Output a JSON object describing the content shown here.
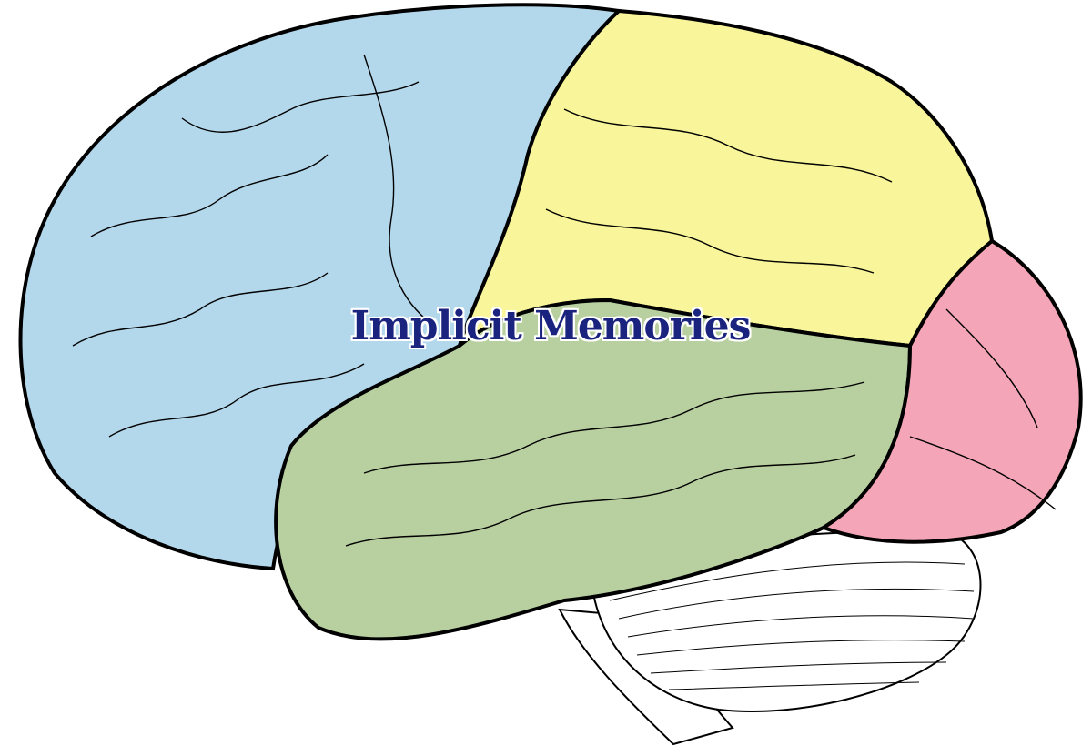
{
  "diagram": {
    "title": "Implicit Memories",
    "title_color": "#1a237e",
    "subject": "Lateral view of human brain with lobes colored",
    "regions": [
      {
        "name": "frontal-lobe",
        "color": "#b3d8ec"
      },
      {
        "name": "parietal-lobe",
        "color": "#f8f59a"
      },
      {
        "name": "temporal-lobe",
        "color": "#b8d0a0"
      },
      {
        "name": "occipital-lobe",
        "color": "#f4a6b8"
      },
      {
        "name": "cerebellum",
        "color": "#ffffff"
      },
      {
        "name": "brainstem",
        "color": "#ffffff"
      }
    ]
  }
}
